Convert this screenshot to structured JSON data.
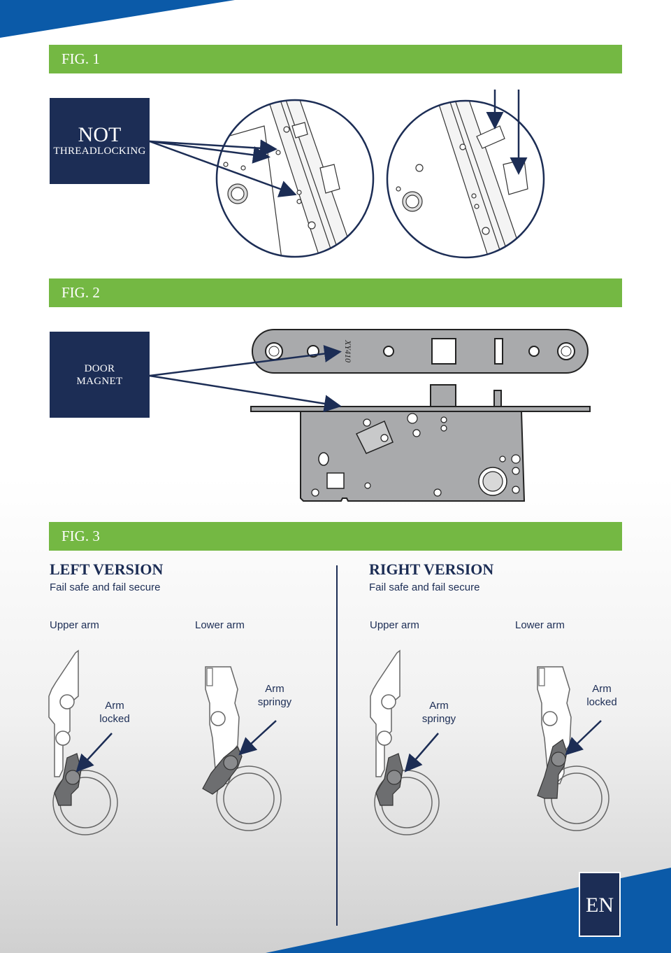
{
  "fig1": {
    "label": "FIG. 1",
    "box_line1": "NOT",
    "box_line2": "THREADLOCKING"
  },
  "fig2": {
    "label": "FIG. 2",
    "box_line1": "DOOR",
    "box_line2": "MAGNET",
    "faceplate_mark": "XY410"
  },
  "fig3": {
    "label": "FIG. 3",
    "left": {
      "title": "LEFT VERSION",
      "subtitle": "Fail safe and fail secure",
      "upper_label": "Upper arm",
      "lower_label": "Lower arm",
      "upper_callout": [
        "Arm",
        "locked"
      ],
      "lower_callout": [
        "Arm",
        "springy"
      ]
    },
    "right": {
      "title": "RIGHT VERSION",
      "subtitle": "Fail safe and fail secure",
      "upper_label": "Upper arm",
      "lower_label": "Lower arm",
      "upper_callout": [
        "Arm",
        "springy"
      ],
      "lower_callout": [
        "Arm",
        "locked"
      ]
    }
  },
  "language_badge": "EN",
  "colors": {
    "green": "#74b843",
    "navy": "#1c2d55",
    "blue": "#0b5aa8",
    "part_gray": "#a9aaac",
    "arm_dark": "#6d6e70"
  }
}
